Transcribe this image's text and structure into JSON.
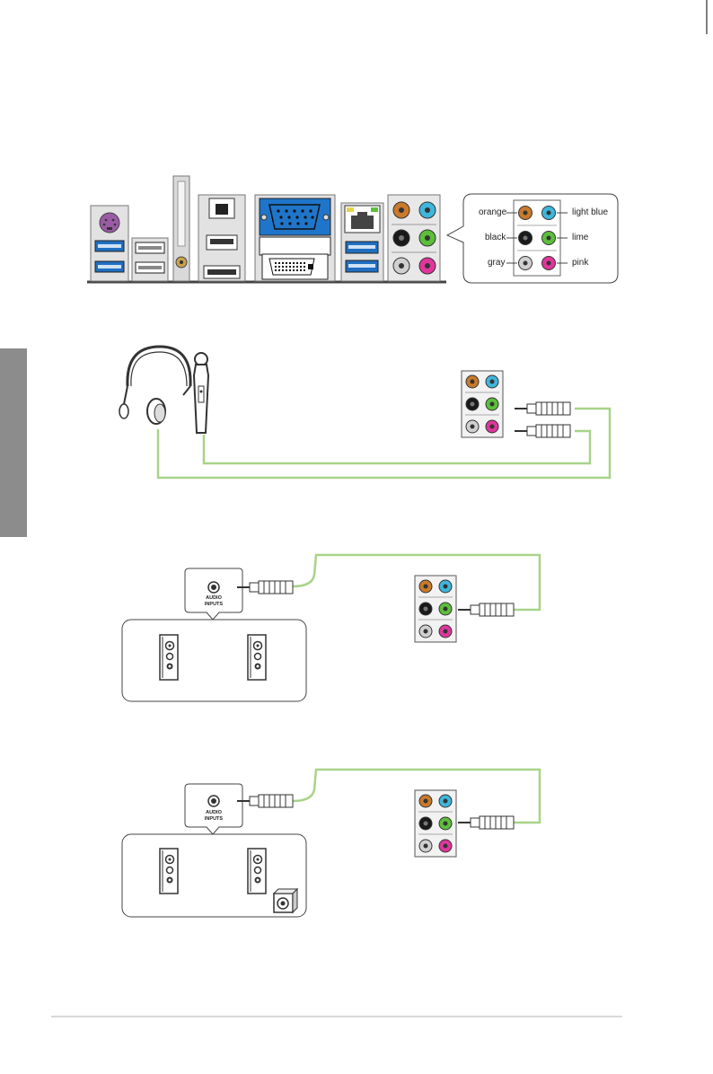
{
  "legend": {
    "orange": "orange",
    "black": "black",
    "gray": "gray",
    "light_blue": "light blue",
    "lime": "lime",
    "pink": "pink"
  },
  "speaker_box_1": {
    "label_line1": "AUDIO",
    "label_line2": "INPUTS"
  },
  "speaker_box_2": {
    "label_line1": "AUDIO",
    "label_line2": "INPUTS"
  },
  "colors": {
    "orange": "#c97a2a",
    "light_blue": "#3fb6dc",
    "black": "#1a1a1a",
    "lime": "#5cbf3a",
    "gray": "#c8c8c8",
    "pink": "#e0369c",
    "cable": "#a8d389",
    "usb_blue": "#1f6fc0",
    "vga_blue": "#1f75c9",
    "side_tab": "#8c8c8c"
  }
}
